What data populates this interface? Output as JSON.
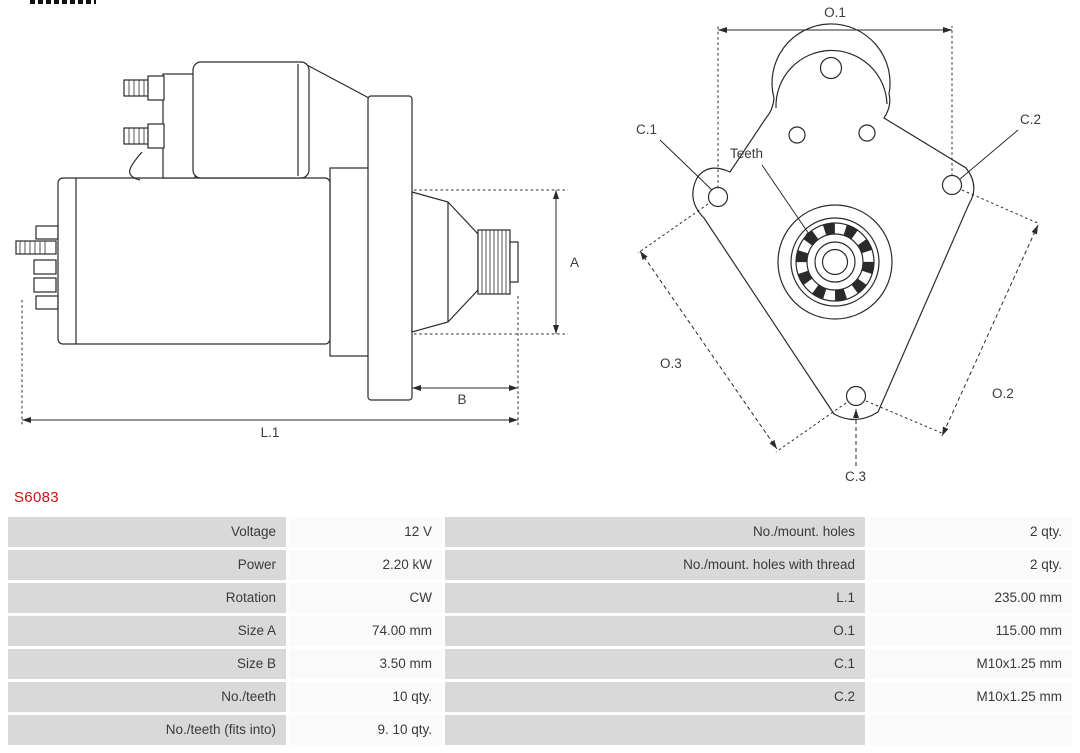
{
  "part_number": "S6083",
  "accent_color": "#cc1212",
  "diagram": {
    "labels": {
      "dim_a": "A",
      "dim_b": "B",
      "dim_l1": "L.1",
      "dim_o1": "O.1",
      "dim_o2": "O.2",
      "dim_o3": "O.3",
      "dim_c1": "C.1",
      "dim_c2": "C.2",
      "dim_c3": "C.3",
      "teeth": "Teeth"
    }
  },
  "spec_table": {
    "rows": [
      {
        "l_label": "Voltage",
        "l_value": "12 V",
        "r_label": "No./mount. holes",
        "r_value": "2 qty."
      },
      {
        "l_label": "Power",
        "l_value": "2.20 kW",
        "r_label": "No./mount. holes with thread",
        "r_value": "2 qty."
      },
      {
        "l_label": "Rotation",
        "l_value": "CW",
        "r_label": "L.1",
        "r_value": "235.00 mm"
      },
      {
        "l_label": "Size A",
        "l_value": "74.00 mm",
        "r_label": "O.1",
        "r_value": "115.00 mm"
      },
      {
        "l_label": "Size B",
        "l_value": "3.50 mm",
        "r_label": "C.1",
        "r_value": "M10x1.25 mm"
      },
      {
        "l_label": "No./teeth",
        "l_value": "10 qty.",
        "r_label": "C.2",
        "r_value": "M10x1.25 mm"
      },
      {
        "l_label": "No./teeth (fits into)",
        "l_value": "9. 10 qty.",
        "r_label": "",
        "r_value": ""
      }
    ]
  }
}
